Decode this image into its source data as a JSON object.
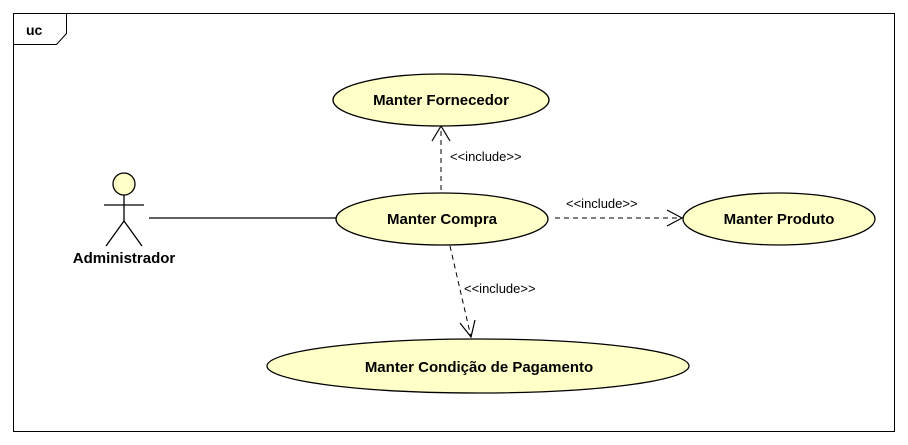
{
  "frame": {
    "label": "uc"
  },
  "actor": {
    "name": "Administrador"
  },
  "use_cases": {
    "fornecedor": "Manter Fornecedor",
    "compra": "Manter Compra",
    "produto": "Manter Produto",
    "pagamento": "Manter Condição de Pagamento"
  },
  "relations": {
    "include_fornecedor": "<<include>>",
    "include_produto": "<<include>>",
    "include_pagamento": "<<include>>"
  },
  "colors": {
    "use_case_fill": "#ffffc8",
    "stroke": "#000000"
  }
}
